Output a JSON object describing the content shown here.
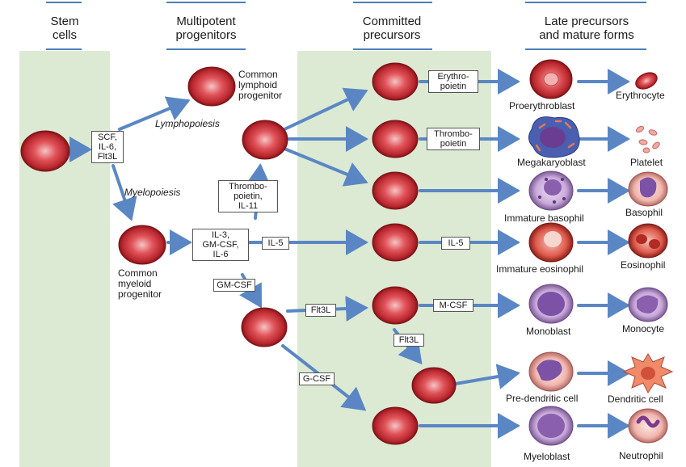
{
  "headers": {
    "stem": "Stem\ncells",
    "multipotent": "Multipotent\nprogenitors",
    "committed": "Committed\nprecursors",
    "late": "Late precursors\nand mature forms"
  },
  "pathways": {
    "lymphopoiesis": "Lymphopoiesis",
    "myelopoiesis": "Myelopoiesis"
  },
  "progenitors": {
    "common_lymphoid": "Common\nlymphoid\nprogenitor",
    "common_myeloid": "Common\nmyeloid\nprogenitor"
  },
  "factors": {
    "scf": "SCF,\nIL-6,\nFlt3L",
    "thrombopoietin_il11": "Thrombo-\npoietin,\nIL-11",
    "il3_gmcsf_il6": "IL-3,\nGM-CSF,\nIL-6",
    "il5_a": "IL-5",
    "gmcsf": "GM-CSF",
    "flt3l_a": "Flt3L",
    "gcsf": "G-CSF",
    "erythropoietin": "Erythro-\npoietin",
    "thrombopoietin": "Thrombo-\npoietin",
    "il5_b": "IL-5",
    "mcsf": "M-CSF",
    "flt3l_b": "Flt3L"
  },
  "precursors": {
    "proerythroblast": "Proerythroblast",
    "megakaryoblast": "Megakaryoblast",
    "immature_basophil": "Immature basophil",
    "immature_eosinophil": "Immature eosinophil",
    "monoblast": "Monoblast",
    "pre_dendritic": "Pre-dendritic cell",
    "myeloblast": "Myeloblast"
  },
  "mature": {
    "erythrocyte": "Erythrocyte",
    "platelet": "Platelet",
    "basophil": "Basophil",
    "eosinophil": "Eosinophil",
    "monocyte": "Monocyte",
    "dendritic": "Dendritic cell",
    "neutrophil": "Neutrophil"
  },
  "colors": {
    "panel": "#dcead3",
    "arrow": "#5a87c4",
    "cell": "#c8343a",
    "header_bar": "#4a7fb8"
  }
}
